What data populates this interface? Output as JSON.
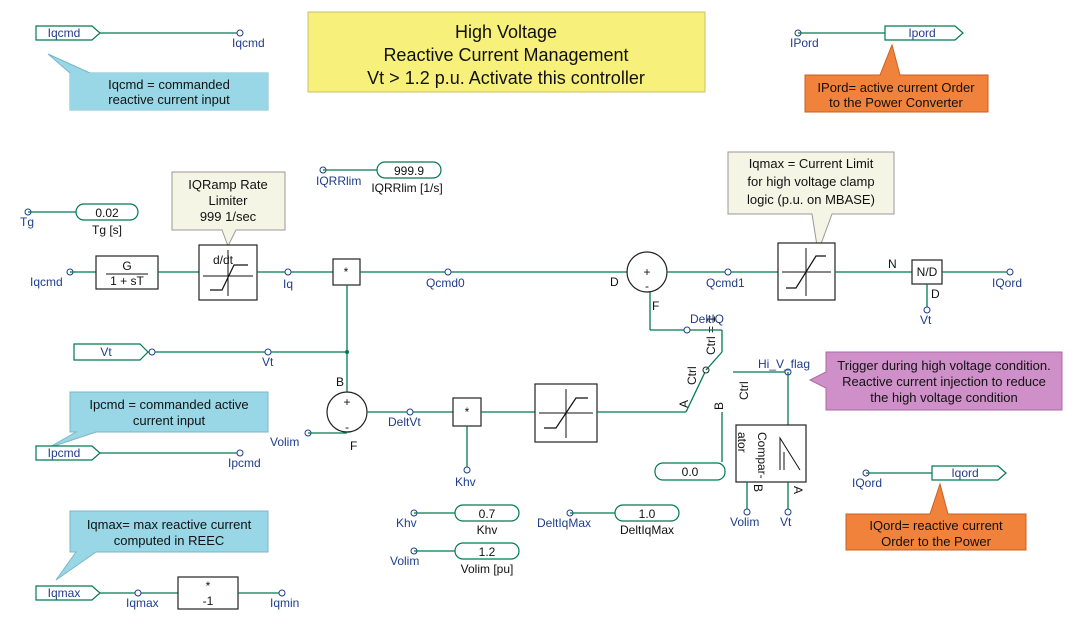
{
  "title_note": {
    "lines": [
      "High Voltage",
      "Reactive Current Management",
      "Vt > 1.2 p.u.   Activate this controller"
    ],
    "color": "#f7f07a"
  },
  "callouts": {
    "iqcmd_note": {
      "lines": [
        "Iqcmd = commanded",
        "reactive current input"
      ],
      "color": "#9ad7e6"
    },
    "ipord_note": {
      "lines": [
        "IPord= active current Order",
        "to the Power Converter"
      ],
      "color": "#f0823c"
    },
    "ramp_note": {
      "lines": [
        "IQRamp Rate",
        "Limiter",
        "999  1/sec"
      ],
      "color": "#f5f5e6"
    },
    "iqmax_limit_note": {
      "lines": [
        "Iqmax = Current Limit",
        "for high voltage clamp",
        "logic (p.u. on MBASE)"
      ],
      "color": "#f5f5e6"
    },
    "trigger_note": {
      "lines": [
        "Trigger during high voltage condition.",
        "Reactive current injection to reduce",
        "the high voltage condition"
      ],
      "color": "#cf8fc8"
    },
    "ipcmd_note": {
      "lines": [
        "Ipcmd = commanded active",
        "current input"
      ],
      "color": "#9ad7e6"
    },
    "iqmax_rec_note": {
      "lines": [
        "Iqmax= max reactive current",
        "computed in REEC"
      ],
      "color": "#9ad7e6"
    },
    "iqord_note": {
      "lines": [
        "IQord= reactive current",
        "Order to the Power"
      ],
      "color": "#f0823c"
    }
  },
  "tags": {
    "iqcmd_in": "Iqcmd",
    "ipord_out": "Ipord",
    "vt_in": "Vt",
    "ipcmd_in": "Ipcmd",
    "iqmax_in": "Iqmax",
    "iqord_out": "Iqord"
  },
  "constants": {
    "tg": {
      "value": "0.02",
      "caption": "Tg [s]",
      "port": "Tg"
    },
    "iqrrlim": {
      "value": "999.9",
      "caption": "IQRRlim [1/s]",
      "port": "IQRRlim"
    },
    "khv": {
      "value": "0.7",
      "caption": "Khv",
      "port": "Khv"
    },
    "volim": {
      "value": "1.2",
      "caption": "Volim [pu]",
      "port": "Volim"
    },
    "deltiqmax": {
      "value": "1.0",
      "caption": "DeltIqMax",
      "port": "DeltIqMax"
    },
    "zero": {
      "value": "0.0"
    }
  },
  "blocks": {
    "lag": {
      "num": "G",
      "den": "1 + sT"
    },
    "ramp": {
      "text": "d/dt"
    },
    "mult1": {
      "text": "*"
    },
    "mult2": {
      "text": "*"
    },
    "sum_plus": "+",
    "sum_minus": "-",
    "negate": {
      "top": "*",
      "bottom": "-1"
    },
    "divider": {
      "text": "N/D"
    },
    "comparator": {
      "text": "Compar-\nator"
    }
  },
  "signals": {
    "iqcmd": "Iqcmd",
    "iq": "Iq",
    "qcmd0": "Qcmd0",
    "qcmd1": "Qcmd1",
    "iqord": "IQord",
    "vt": "Vt",
    "deltvt": "DeltVt",
    "deltiq": "DeltIQ",
    "hi_v_flag": "Hi_V_flag",
    "ipcmd": "Ipcmd",
    "volim": "Volim",
    "khv": "Khv",
    "iqmax": "Iqmax",
    "iqmin": "Iqmin",
    "ipord": "IPord",
    "iqord_tag": "IQord",
    "vt_b": "Vt",
    "volim_b": "Volim"
  },
  "port_letters": {
    "D": "D",
    "F": "F",
    "B": "B",
    "N": "N",
    "A": "A",
    "Bsw": "B",
    "Ctrl": "Ctrl",
    "ctrl_eq": "Ctrl  =  1"
  }
}
